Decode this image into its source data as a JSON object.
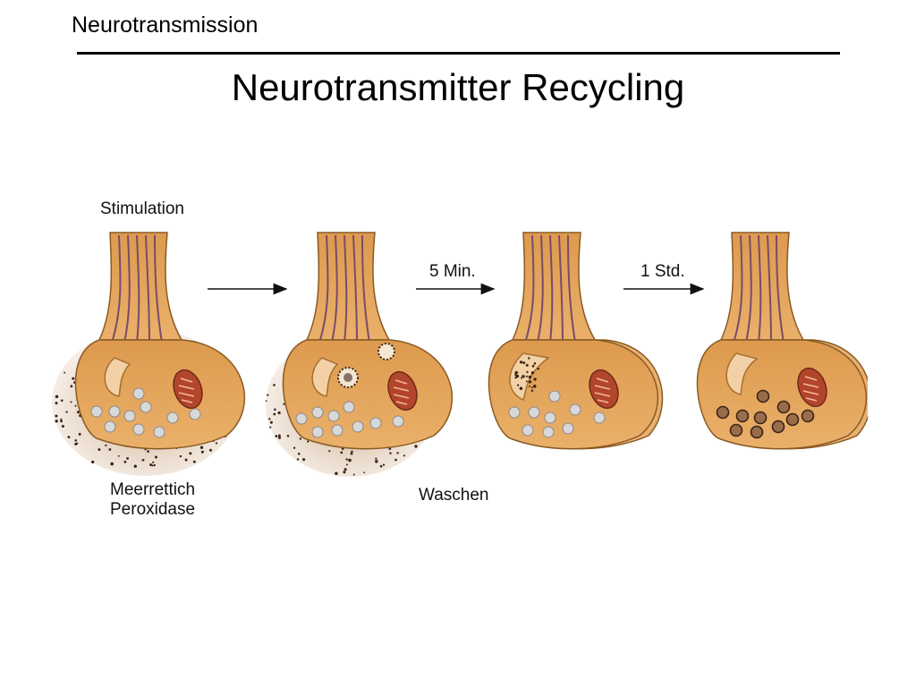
{
  "header": {
    "section": "Neurotransmission",
    "title": "Neurotransmitter Recycling"
  },
  "diagram": {
    "labels": {
      "stimulation": "Stimulation",
      "hrp_line1": "Meerrettich",
      "hrp_line2": "Peroxidase",
      "wash": "Waschen",
      "time1": "5 Min.",
      "time2": "1 Std."
    },
    "colors": {
      "terminal": "#e2a55a",
      "terminal_outline": "#8a5a22",
      "axon_stripes": "#7a4b6a",
      "mitochondrion": "#b2452b",
      "vesicle": "#d8d8d8",
      "hrp_dots": "#3a2418"
    }
  }
}
